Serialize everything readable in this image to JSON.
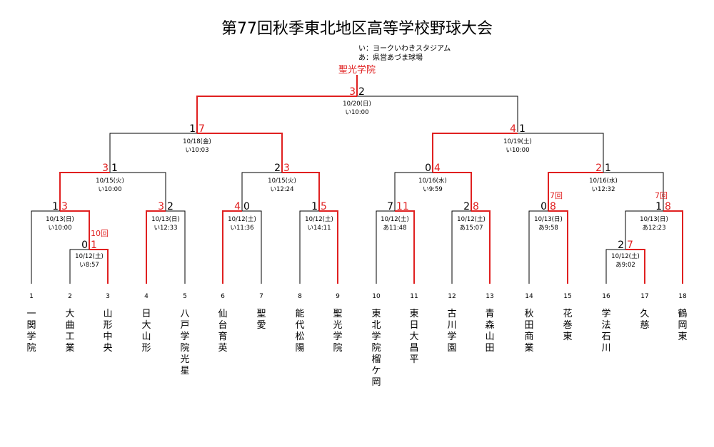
{
  "title": "第77回秋季東北地区高等学校野球大会",
  "legend": [
    "い：ヨークいわきスタジアム",
    "あ：県営あづま球場"
  ],
  "champion": "聖光学院",
  "teams": [
    {
      "no": "1",
      "name": "一関学院"
    },
    {
      "no": "2",
      "name": "大曲工業"
    },
    {
      "no": "3",
      "name": "山形中央"
    },
    {
      "no": "4",
      "name": "日大山形"
    },
    {
      "no": "5",
      "name": "八戸学院光星"
    },
    {
      "no": "6",
      "name": "仙台育英"
    },
    {
      "no": "7",
      "name": "聖愛"
    },
    {
      "no": "8",
      "name": "能代松陽"
    },
    {
      "no": "9",
      "name": "聖光学院"
    },
    {
      "no": "10",
      "name": "東北学院榴ケ岡"
    },
    {
      "no": "11",
      "name": "東日大昌平"
    },
    {
      "no": "12",
      "name": "古川学園"
    },
    {
      "no": "13",
      "name": "青森山田"
    },
    {
      "no": "14",
      "name": "秋田商業"
    },
    {
      "no": "15",
      "name": "花巻東"
    },
    {
      "no": "16",
      "name": "学法石川"
    },
    {
      "no": "17",
      "name": "久慈"
    },
    {
      "no": "18",
      "name": "鶴岡東"
    }
  ],
  "games": {
    "g2_3": {
      "left": "0",
      "right": "1",
      "date": "10/12(土)",
      "time": "い8:57",
      "extra": "10回"
    },
    "g16_17": {
      "left": "2",
      "right": "7",
      "date": "10/12(土)",
      "time": "あ9:02"
    },
    "g1_w": {
      "left": "1",
      "right": "3",
      "date": "10/13(日)",
      "time": "い10:00"
    },
    "g4_5": {
      "left": "3",
      "right": "2",
      "date": "10/13(日)",
      "time": "い12:33"
    },
    "g6_7": {
      "left": "4",
      "right": "0",
      "date": "10/12(土)",
      "time": "い11:36"
    },
    "g8_9": {
      "left": "1",
      "right": "5",
      "date": "10/12(土)",
      "time": "い14:11"
    },
    "g10_11": {
      "left": "7",
      "right": "11",
      "date": "10/12(土)",
      "time": "あ11:48"
    },
    "g12_13": {
      "left": "2",
      "right": "8",
      "date": "10/12(土)",
      "time": "あ15:07"
    },
    "g14_15": {
      "left": "0",
      "right": "8",
      "date": "10/13(日)",
      "time": "あ9:58",
      "extra": "7回"
    },
    "g18": {
      "left": "1",
      "right": "8",
      "date": "10/13(日)",
      "time": "あ12:23",
      "extra": "7回"
    },
    "qf1": {
      "left": "3",
      "right": "1",
      "date": "10/15(火)",
      "time": "い10:00"
    },
    "qf2": {
      "left": "2",
      "right": "3",
      "date": "10/15(火)",
      "time": "い12:24"
    },
    "qf3": {
      "left": "0",
      "right": "4",
      "date": "10/16(水)",
      "time": "い9:59"
    },
    "qf4": {
      "left": "2",
      "right": "1",
      "date": "10/16(水)",
      "time": "い12:32"
    },
    "sf1": {
      "left": "1",
      "right": "7",
      "date": "10/18(金)",
      "time": "い10:03"
    },
    "sf2": {
      "left": "4",
      "right": "1",
      "date": "10/19(土)",
      "time": "い10:00"
    },
    "final": {
      "left": "3",
      "right": "2",
      "date": "10/20(日)",
      "time": "い10:00"
    }
  }
}
